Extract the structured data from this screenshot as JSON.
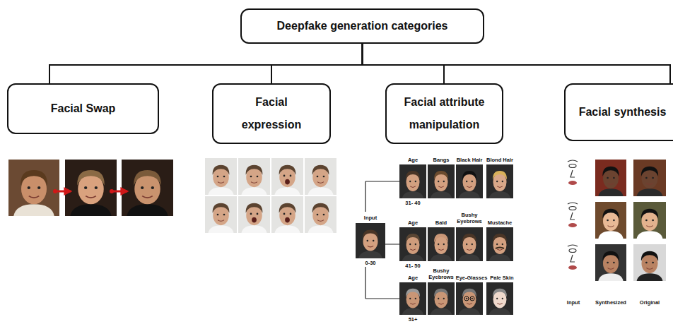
{
  "diagram": {
    "nodes": [
      {
        "text": [
          "Deepfake generation categories"
        ]
      },
      {
        "text": [
          "Facial Swap"
        ]
      },
      {
        "text": [
          "Facial expression"
        ]
      },
      {
        "text": [
          "Facial attribute manipulation"
        ]
      },
      {
        "text": [
          "Facial synthesis"
        ]
      }
    ],
    "edges": [
      {
        "from": 0,
        "to": 1,
        "arrow": "none"
      },
      {
        "from": 0,
        "to": 2,
        "arrow": "none"
      },
      {
        "from": 0,
        "to": 3,
        "arrow": "none"
      },
      {
        "from": 0,
        "to": 4,
        "arrow": "none"
      }
    ],
    "labels": [
      "Age",
      "Bangs",
      "Black Hair",
      "Blond Hair",
      "31- 40",
      "Input",
      "0-30",
      "Age",
      "Bald",
      "Bushy Eyebrows",
      "Mustache",
      "41- 50",
      "Age",
      "Bushy Eyebrows",
      "Eye-Glasses",
      "Pale Skin",
      "51+",
      "Input",
      "Synthesized",
      "Original"
    ]
  }
}
